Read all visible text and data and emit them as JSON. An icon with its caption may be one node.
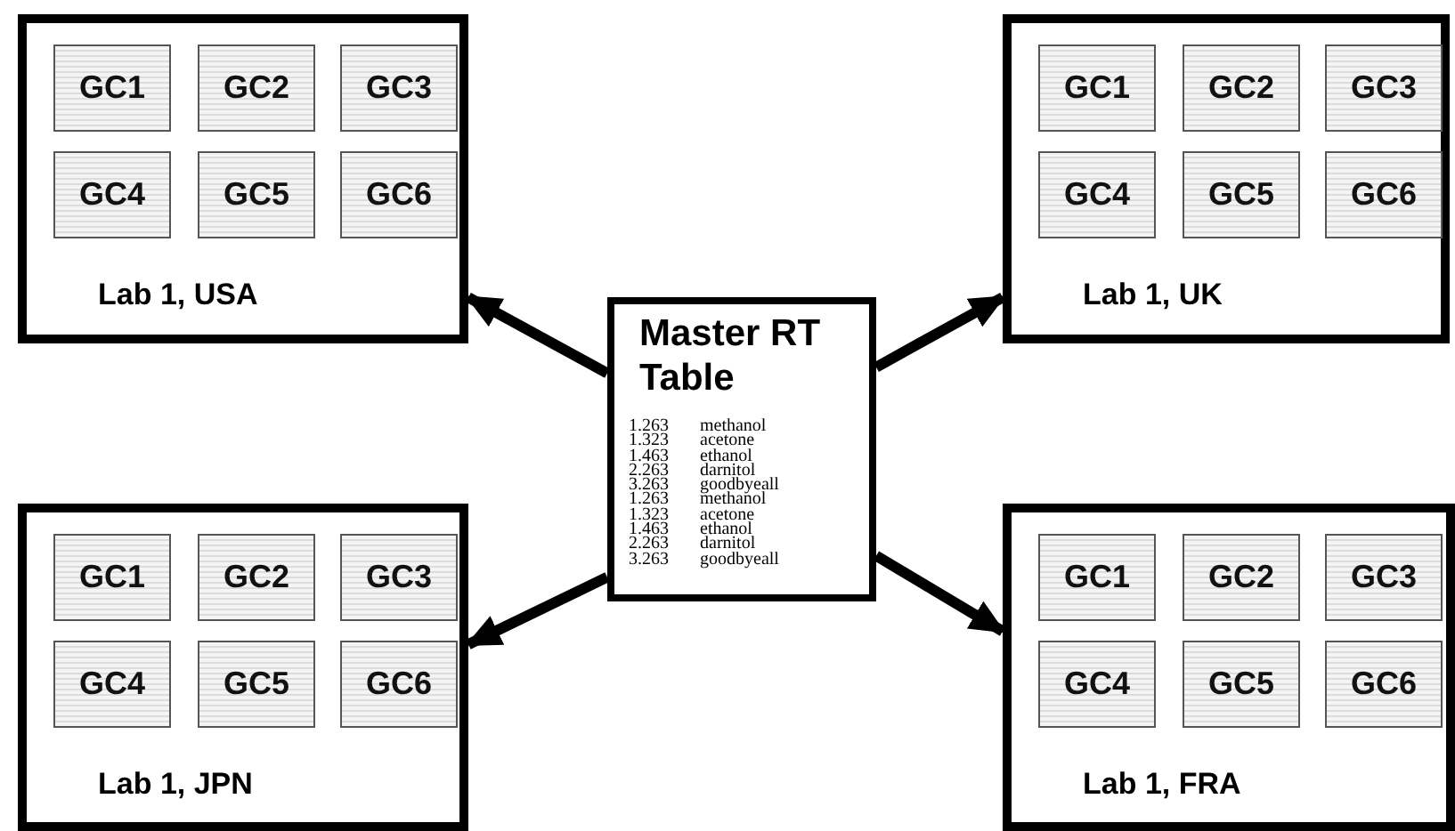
{
  "diagram": {
    "nodes": [
      {
        "text": [
          "Lab 1, USA"
        ]
      },
      {
        "text": [
          "GC1"
        ],
        "in": 0
      },
      {
        "text": [
          "GC2"
        ],
        "in": 0
      },
      {
        "text": [
          "GC3"
        ],
        "in": 0
      },
      {
        "text": [
          "GC4"
        ],
        "in": 0
      },
      {
        "text": [
          "GC5"
        ],
        "in": 0
      },
      {
        "text": [
          "GC6"
        ],
        "in": 0
      },
      {
        "text": [
          "Lab 1, UK"
        ]
      },
      {
        "text": [
          "GC1"
        ],
        "in": 7
      },
      {
        "text": [
          "GC2"
        ],
        "in": 7
      },
      {
        "text": [
          "GC3"
        ],
        "in": 7
      },
      {
        "text": [
          "GC4"
        ],
        "in": 7
      },
      {
        "text": [
          "GC5"
        ],
        "in": 7
      },
      {
        "text": [
          "GC6"
        ],
        "in": 7
      },
      {
        "text": [
          "Master RT Table"
        ]
      },
      {
        "text": [
          "Lab 1, JPN"
        ]
      },
      {
        "text": [
          "GC1"
        ],
        "in": 15
      },
      {
        "text": [
          "GC2"
        ],
        "in": 15
      },
      {
        "text": [
          "GC3"
        ],
        "in": 15
      },
      {
        "text": [
          "GC4"
        ],
        "in": 15
      },
      {
        "text": [
          "GC5"
        ],
        "in": 15
      },
      {
        "text": [
          "GC6"
        ],
        "in": 15
      },
      {
        "text": [
          "Lab 1, FRA"
        ]
      },
      {
        "text": [
          "GC1"
        ],
        "in": 22
      },
      {
        "text": [
          "GC2"
        ],
        "in": 22
      },
      {
        "text": [
          "GC3"
        ],
        "in": 22
      },
      {
        "text": [
          "GC4"
        ],
        "in": 22
      },
      {
        "text": [
          "GC5"
        ],
        "in": 22
      },
      {
        "text": [
          "GC6"
        ],
        "in": 22
      }
    ],
    "edges": [
      {
        "from": 14,
        "to": 0,
        "arrow": "to"
      },
      {
        "from": 14,
        "to": 7,
        "arrow": "to"
      },
      {
        "from": 14,
        "to": 15,
        "arrow": "to"
      },
      {
        "from": 14,
        "to": 22,
        "arrow": "to"
      }
    ],
    "labels": [
      "1.263",
      "methanol",
      "1.323",
      "acetone",
      "1.463",
      "ethanol",
      "2.263",
      "darnitol",
      "3.263",
      "goodbyeall",
      "1.263",
      "methanol",
      "1.323",
      "acetone",
      "1.463",
      "ethanol",
      "2.263",
      "darnitol",
      "3.263",
      "goodbyeall"
    ]
  }
}
